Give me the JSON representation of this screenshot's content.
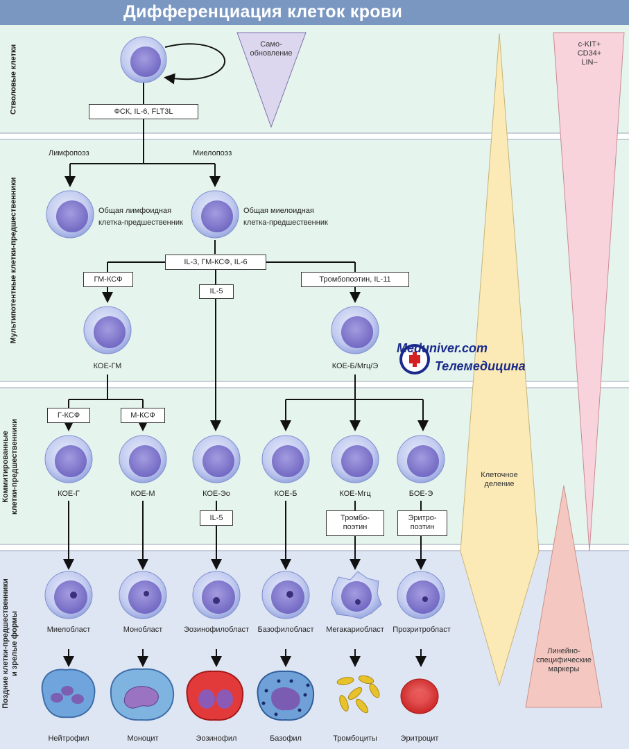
{
  "title": "Дифференциация клеток крови",
  "bands": {
    "stem": "Стволовые клетки",
    "multipotent": "Мультипотентные клетки-предшественники",
    "committed_1": "Коммитированные",
    "committed_2": "клетки-предшественники",
    "late_1": "Поздние клетки-предшественники",
    "late_2": "и зрелые формы"
  },
  "markers": {
    "self_renewal_1": "Само-",
    "self_renewal_2": "обновление",
    "ckit": "c-KIT+",
    "cd34": "CD34+",
    "lin": "LIN–",
    "division_1": "Клеточное",
    "division_2": "деление",
    "lineage_1": "Линейно-",
    "lineage_2": "специфические",
    "lineage_3": "маркеры"
  },
  "factors": {
    "stem": "ФСК, IL-6, FLT3L",
    "il3": "IL-3, ГМ-КСФ, IL-6",
    "gmcsf": "ГМ-КСФ",
    "il5_top": "IL-5",
    "tpo_il11": "Тромбопоэтин, IL-11",
    "gcsf": "Г-КСФ",
    "mcsf": "М-КСФ",
    "il5_bottom": "IL-5",
    "tpo_1": "Тромбо-",
    "tpo_2": "поэтин",
    "epo_1": "Эритро-",
    "epo_2": "поэтин"
  },
  "pathways": {
    "lymphopoiesis": "Лимфопоэз",
    "myelopoiesis": "Миелопоэз"
  },
  "progenitors": {
    "lymphoid_1": "Общая лимфоидная",
    "lymphoid_2": "клетка-предшественник",
    "myeloid_1": "Общая миелоидная",
    "myeloid_2": "клетка-предшественник",
    "koe_gm": "КОЕ-ГМ",
    "koe_bmge": "КОЕ-Б/Мгц/Э"
  },
  "committed": [
    "КОЕ-Г",
    "КОЕ-М",
    "КОЕ-Эо",
    "КОЕ-Б",
    "КОЕ-Мгц",
    "БОЕ-Э"
  ],
  "blasts": [
    "Миелобласт",
    "Монобласт",
    "Эозинофилобласт",
    "Базофилобласт",
    "Мегакариобласт",
    "Прозритробласт"
  ],
  "mature": [
    "Нейтрофил",
    "Моноцит",
    "Эозинофил",
    "Базофил",
    "Тромбоциты",
    "Эритроцит"
  ],
  "watermark": {
    "line1": "Meduniver.com",
    "line2": "Телемедицина"
  },
  "colors": {
    "title_bar": "#7a97c2",
    "band_green": "#e6f4ee",
    "band_blue": "#dfe6f3",
    "cell_fill": "#b8c4ee",
    "nucleus": "#8b83d2",
    "self_renewal": "#ddd6ef",
    "stem_markers": "#f8d3db",
    "division": "#fbeab6",
    "lineage_markers": "#f4c7c0"
  }
}
